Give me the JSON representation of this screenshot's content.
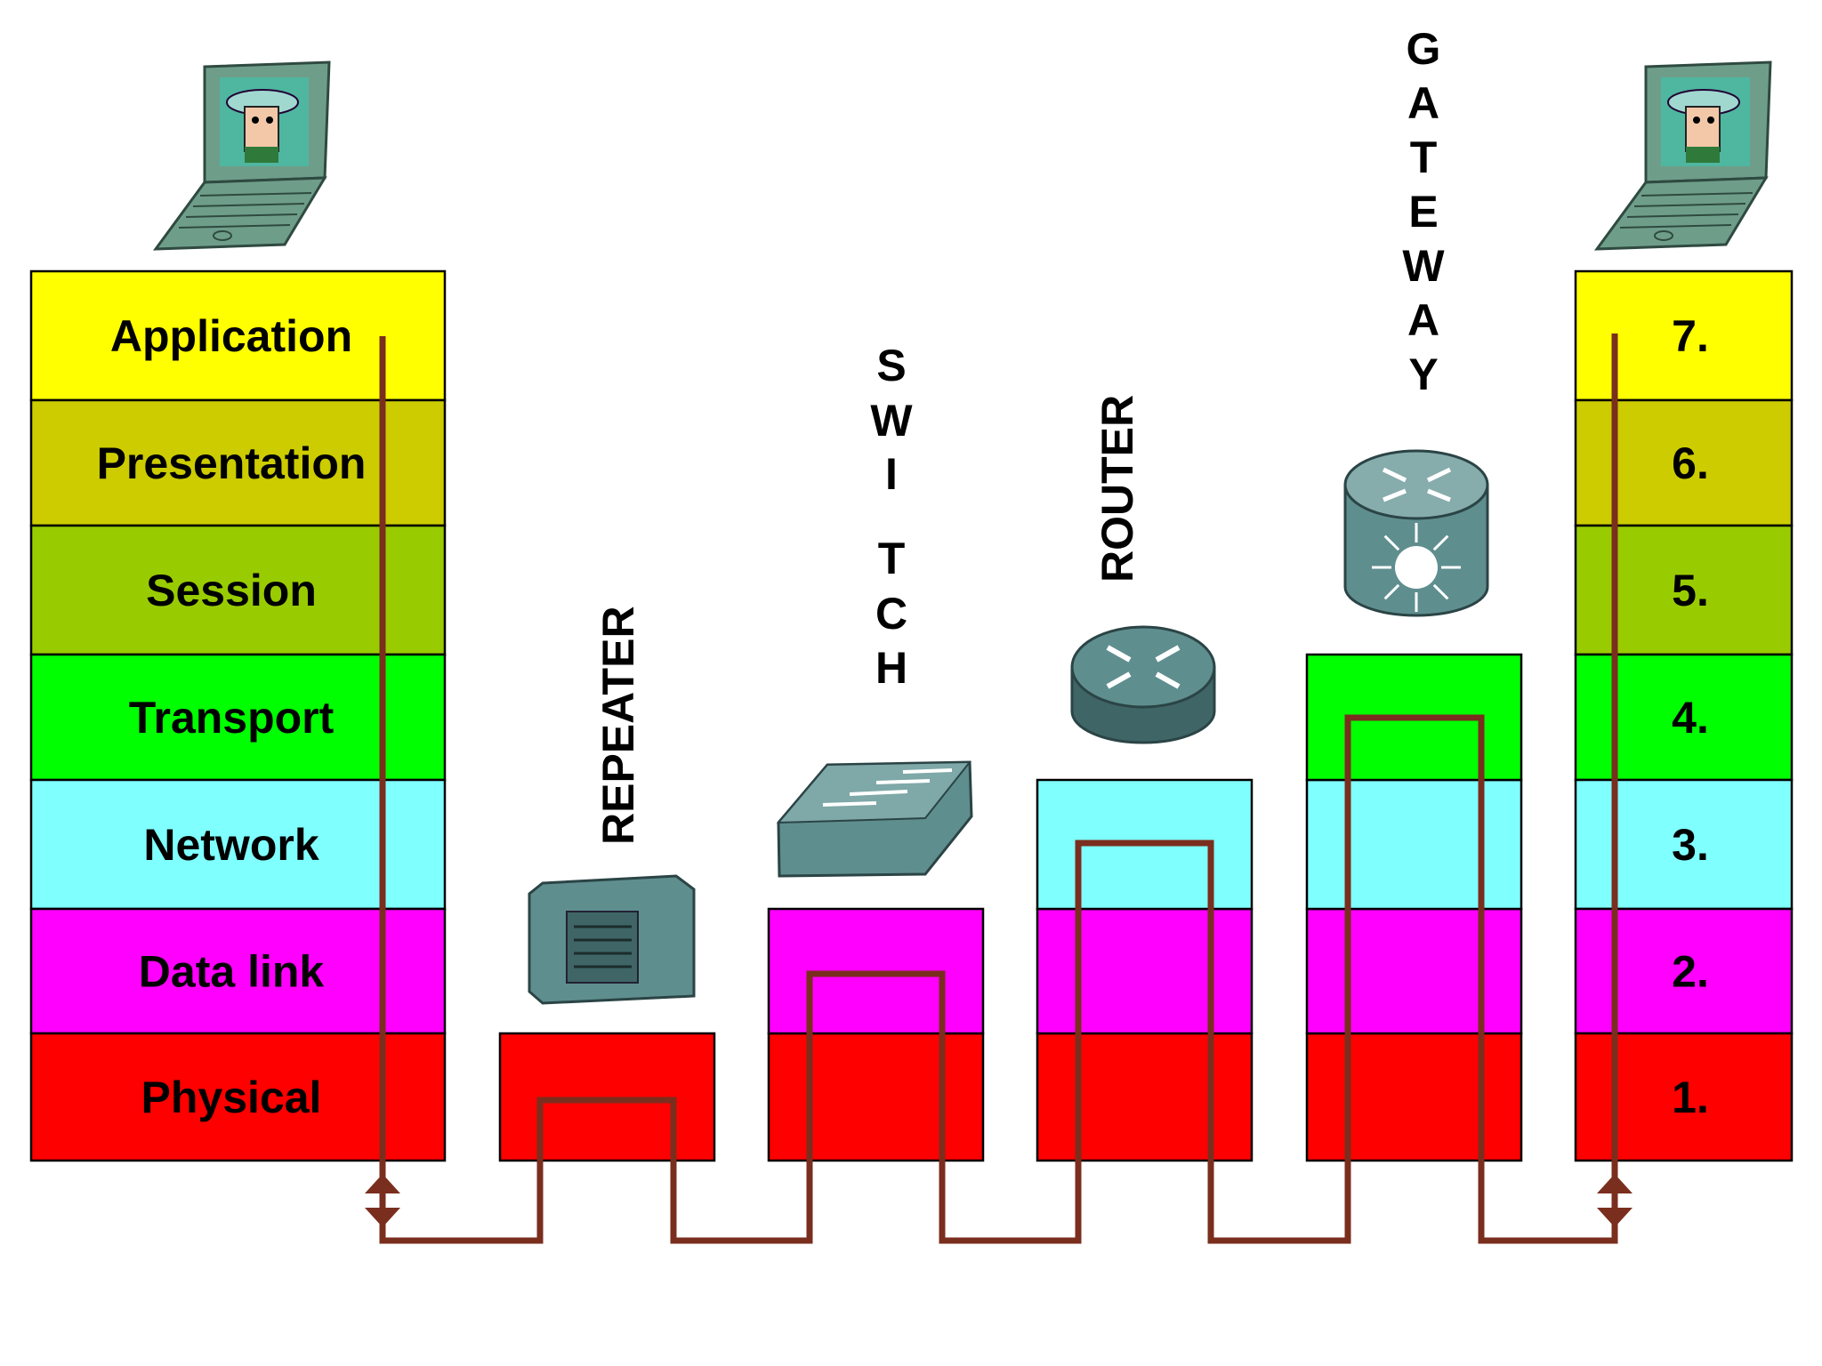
{
  "colors": {
    "application": "#FFFF00",
    "presentation": "#CCCC00",
    "session": "#99CC00",
    "transport": "#00FF00",
    "network": "#80FFFF",
    "data_link": "#FF00FF",
    "physical": "#FF0000",
    "path": "#7A2E1E",
    "device_body": "#5F8E8F",
    "device_dark": "#3F6566",
    "laptop_body": "#6E9E8A"
  },
  "left_stack": {
    "layers": [
      {
        "label": "Application",
        "color_key": "application"
      },
      {
        "label": "Presentation",
        "color_key": "presentation"
      },
      {
        "label": "Session",
        "color_key": "session"
      },
      {
        "label": "Transport",
        "color_key": "transport"
      },
      {
        "label": "Network",
        "color_key": "network"
      },
      {
        "label": "Data link",
        "color_key": "data_link"
      },
      {
        "label": "Physical",
        "color_key": "physical"
      }
    ]
  },
  "right_stack": {
    "layers": [
      {
        "label": "7.",
        "color_key": "application"
      },
      {
        "label": "6.",
        "color_key": "presentation"
      },
      {
        "label": "5.",
        "color_key": "session"
      },
      {
        "label": "4.",
        "color_key": "transport"
      },
      {
        "label": "3.",
        "color_key": "network"
      },
      {
        "label": "2.",
        "color_key": "data_link"
      },
      {
        "label": "1.",
        "color_key": "physical"
      }
    ]
  },
  "devices": [
    {
      "id": "repeater",
      "label": "REPEATER",
      "orientation": "rotated",
      "layers_up_to": 1,
      "icon": "repeater-icon"
    },
    {
      "id": "switch",
      "label": "SWITCH",
      "letters": [
        "S",
        "W",
        "I",
        "T",
        "C",
        "H"
      ],
      "orientation": "stacked",
      "layers_up_to": 2,
      "icon": "switch-icon"
    },
    {
      "id": "router",
      "label": "ROUTER",
      "orientation": "rotated",
      "layers_up_to": 3,
      "icon": "router-icon"
    },
    {
      "id": "gateway",
      "label": "GATEWAY",
      "letters": [
        "G",
        "A",
        "T",
        "E",
        "W",
        "A",
        "Y"
      ],
      "orientation": "stacked",
      "layers_up_to": 4,
      "icon": "gateway-icon"
    }
  ],
  "endpoints": [
    {
      "id": "left-host",
      "icon": "laptop-icon"
    },
    {
      "id": "right-host",
      "icon": "laptop-icon"
    }
  ]
}
